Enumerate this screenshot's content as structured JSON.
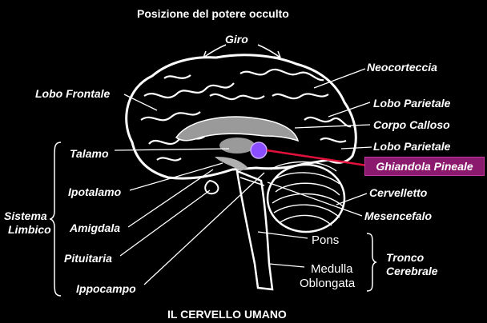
{
  "title": "Posizione del potere occulto",
  "footer": "IL CERVELLO UMANO",
  "colors": {
    "background": "#000000",
    "brain_outline": "#ffffff",
    "inner_gray": "#9a9a9a",
    "pineal": "#8a4dff",
    "pointer_line": "#e0103a",
    "highlight_bg": "#8b1a6e"
  },
  "labels": {
    "giro": "Giro",
    "lobo_frontale": "Lobo Frontale",
    "neocorteccia": "Neocorteccia",
    "lobo_parietale_1": "Lobo Parietale",
    "corpo_calloso": "Corpo Calloso",
    "lobo_parietale_2": "Lobo Parietale",
    "ghiandola_pineale": "Ghiandola Pineale",
    "talamo": "Talamo",
    "ipotalamo": "Ipotalamo",
    "amigdala": "Amigdala",
    "pituitaria": "Pituitaria",
    "ippocampo": "Ippocampo",
    "cervelletto": "Cervelletto",
    "mesencefalo": "Mesencefalo",
    "pons": "Pons",
    "medulla": "Medulla",
    "oblongata": "Oblongata",
    "sistema": "Sistema",
    "limbico": "Limbico",
    "tronco": "Tronco",
    "cerebrale": "Cerebrale"
  }
}
